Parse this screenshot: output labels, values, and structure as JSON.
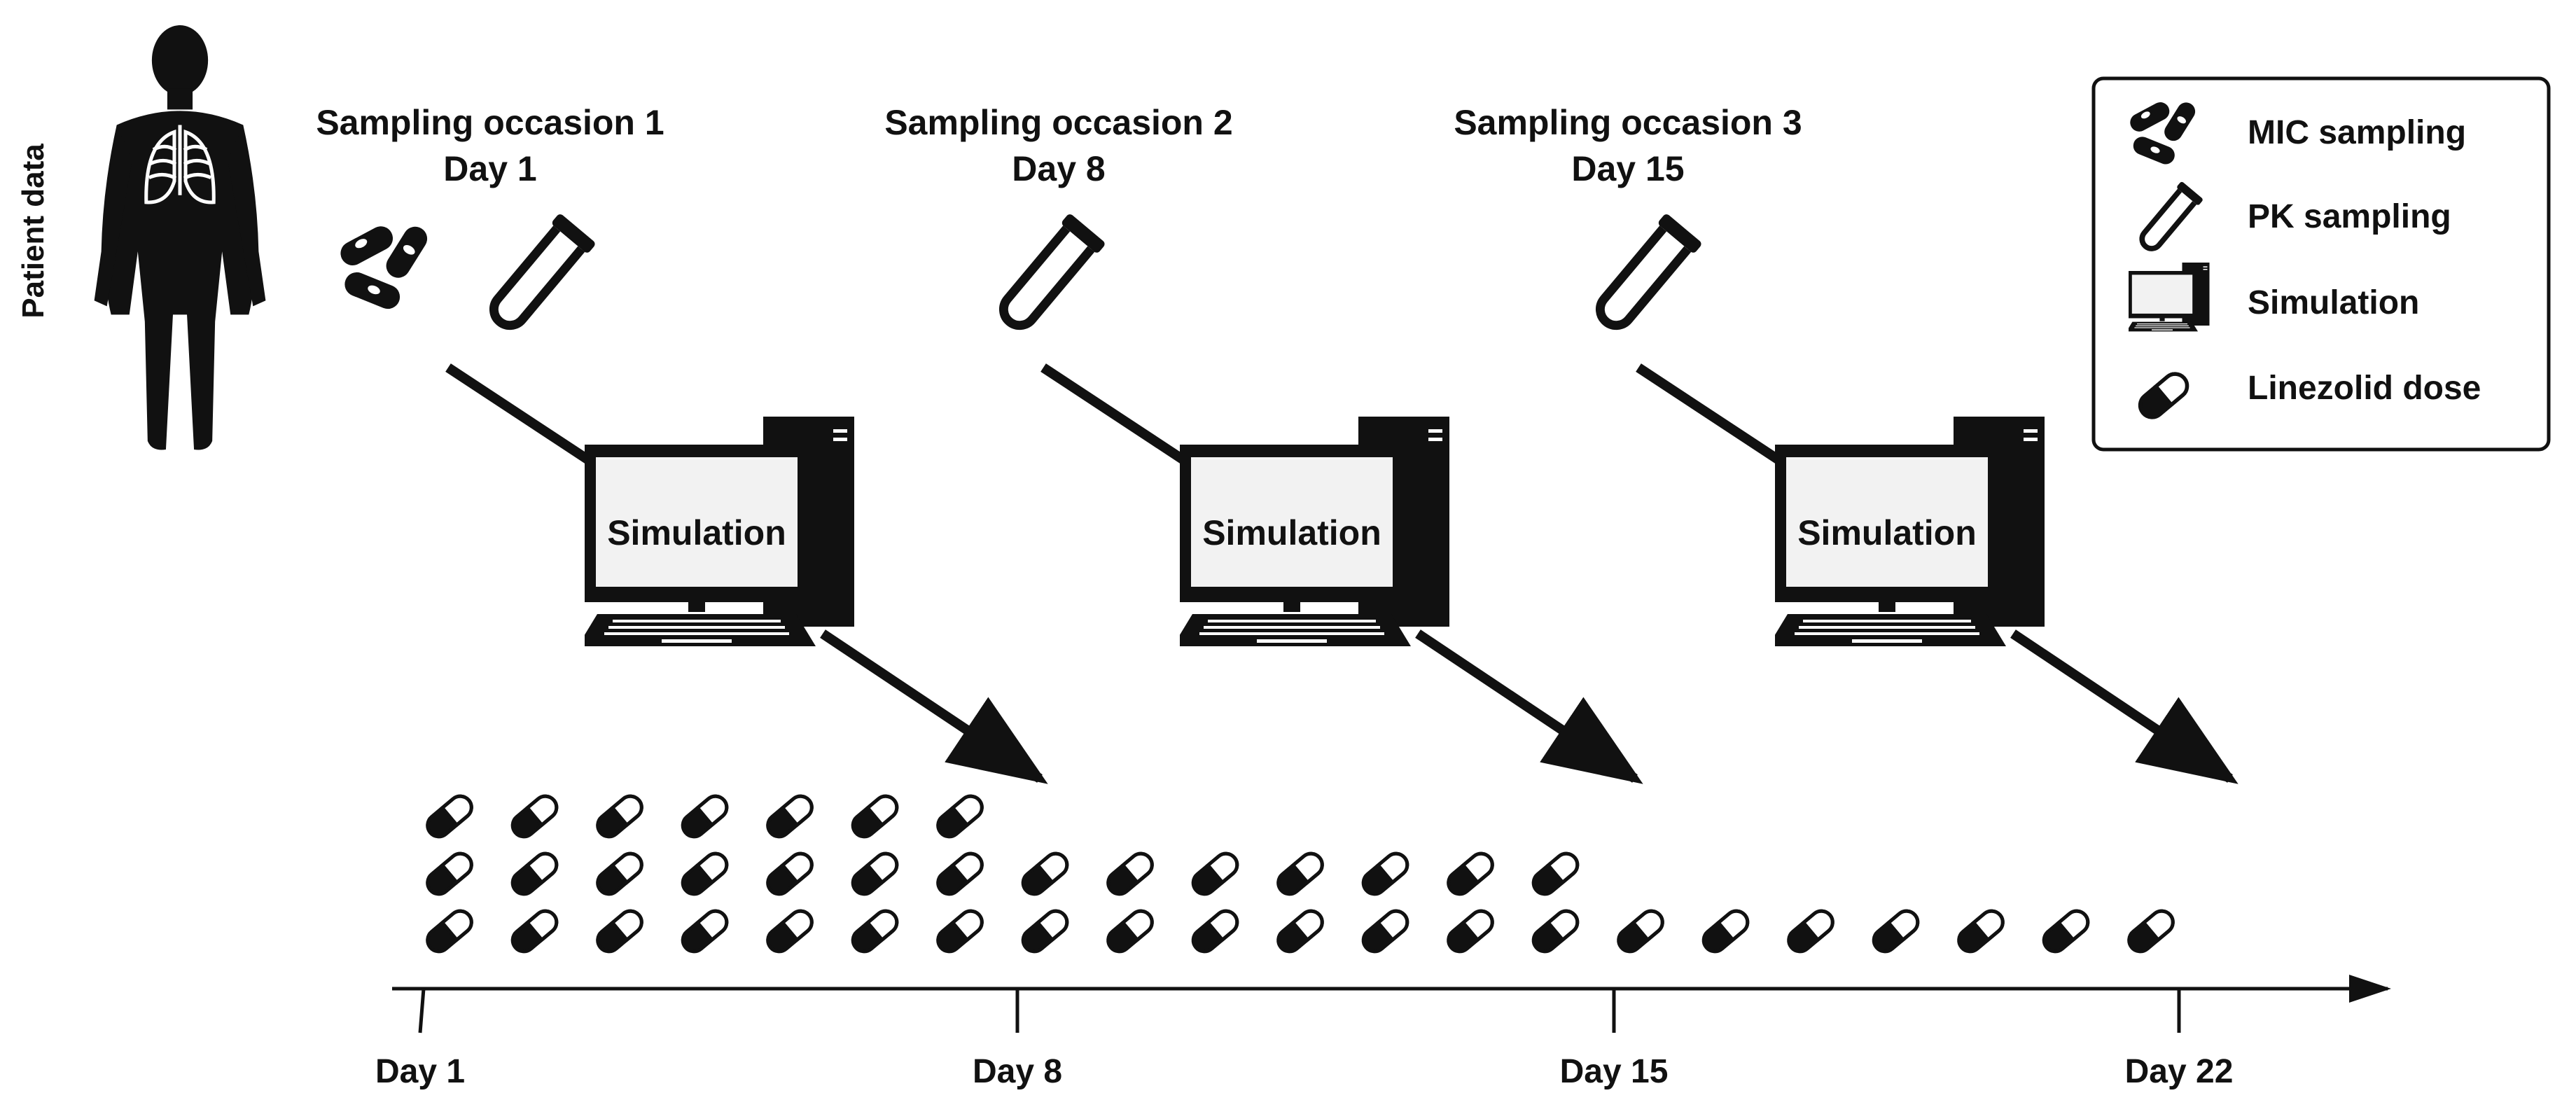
{
  "side_label": "Patient data",
  "occasions": [
    {
      "title": "Sampling occasion 1",
      "day": "Day 1",
      "mic_sampling": true
    },
    {
      "title": "Sampling occasion 2",
      "day": "Day 8",
      "mic_sampling": false
    },
    {
      "title": "Sampling occasion 3",
      "day": "Day 15",
      "mic_sampling": false
    }
  ],
  "computer_label": "Simulation",
  "legend": [
    {
      "icon": "bacteria-icon",
      "label": "MIC sampling"
    },
    {
      "icon": "test-tube-icon",
      "label": "PK sampling"
    },
    {
      "icon": "computer-icon",
      "label": "Simulation"
    },
    {
      "icon": "capsule-icon",
      "label": "Linezolid dose"
    }
  ],
  "timeline": {
    "ticks": [
      "Day 1",
      "Day 8",
      "Day 15",
      "Day 22"
    ]
  },
  "doses": {
    "daily_doses_per_period": [
      3,
      2,
      1
    ],
    "days_per_period": 7
  },
  "colors": {
    "ink": "#111111",
    "background": "#ffffff",
    "screen": "#f2f2f2"
  }
}
